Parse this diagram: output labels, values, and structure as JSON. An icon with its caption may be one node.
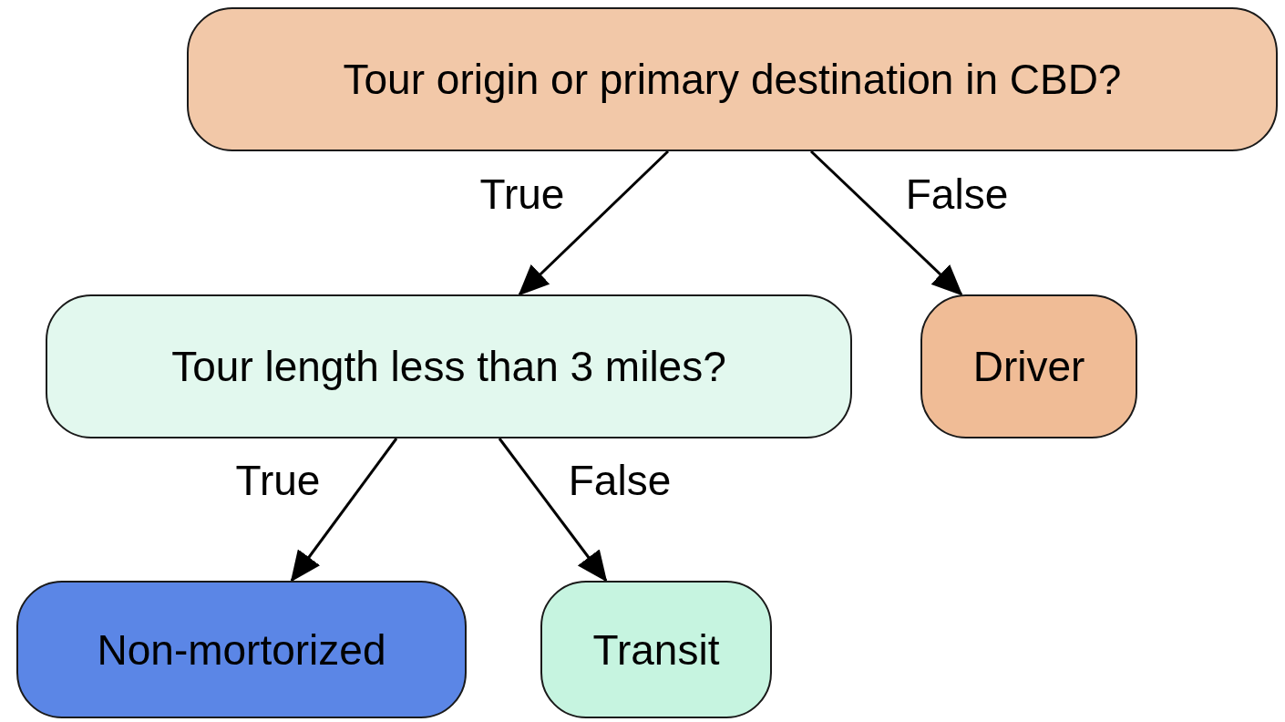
{
  "diagram": {
    "nodes": [
      {
        "text": [
          "Tour origin or primary destination in CBD?"
        ]
      },
      {
        "text": [
          "Tour length less than 3 miles?"
        ]
      },
      {
        "text": [
          "Driver"
        ]
      },
      {
        "text": [
          "Non-mortorized"
        ]
      },
      {
        "text": [
          "Transit"
        ]
      }
    ],
    "edges": [
      {
        "from": 0,
        "to": 1,
        "arrow": "to",
        "label": "True"
      },
      {
        "from": 0,
        "to": 2,
        "arrow": "to",
        "label": "False"
      },
      {
        "from": 1,
        "to": 3,
        "arrow": "to",
        "label": "True"
      },
      {
        "from": 1,
        "to": 4,
        "arrow": "to",
        "label": "False"
      }
    ]
  }
}
